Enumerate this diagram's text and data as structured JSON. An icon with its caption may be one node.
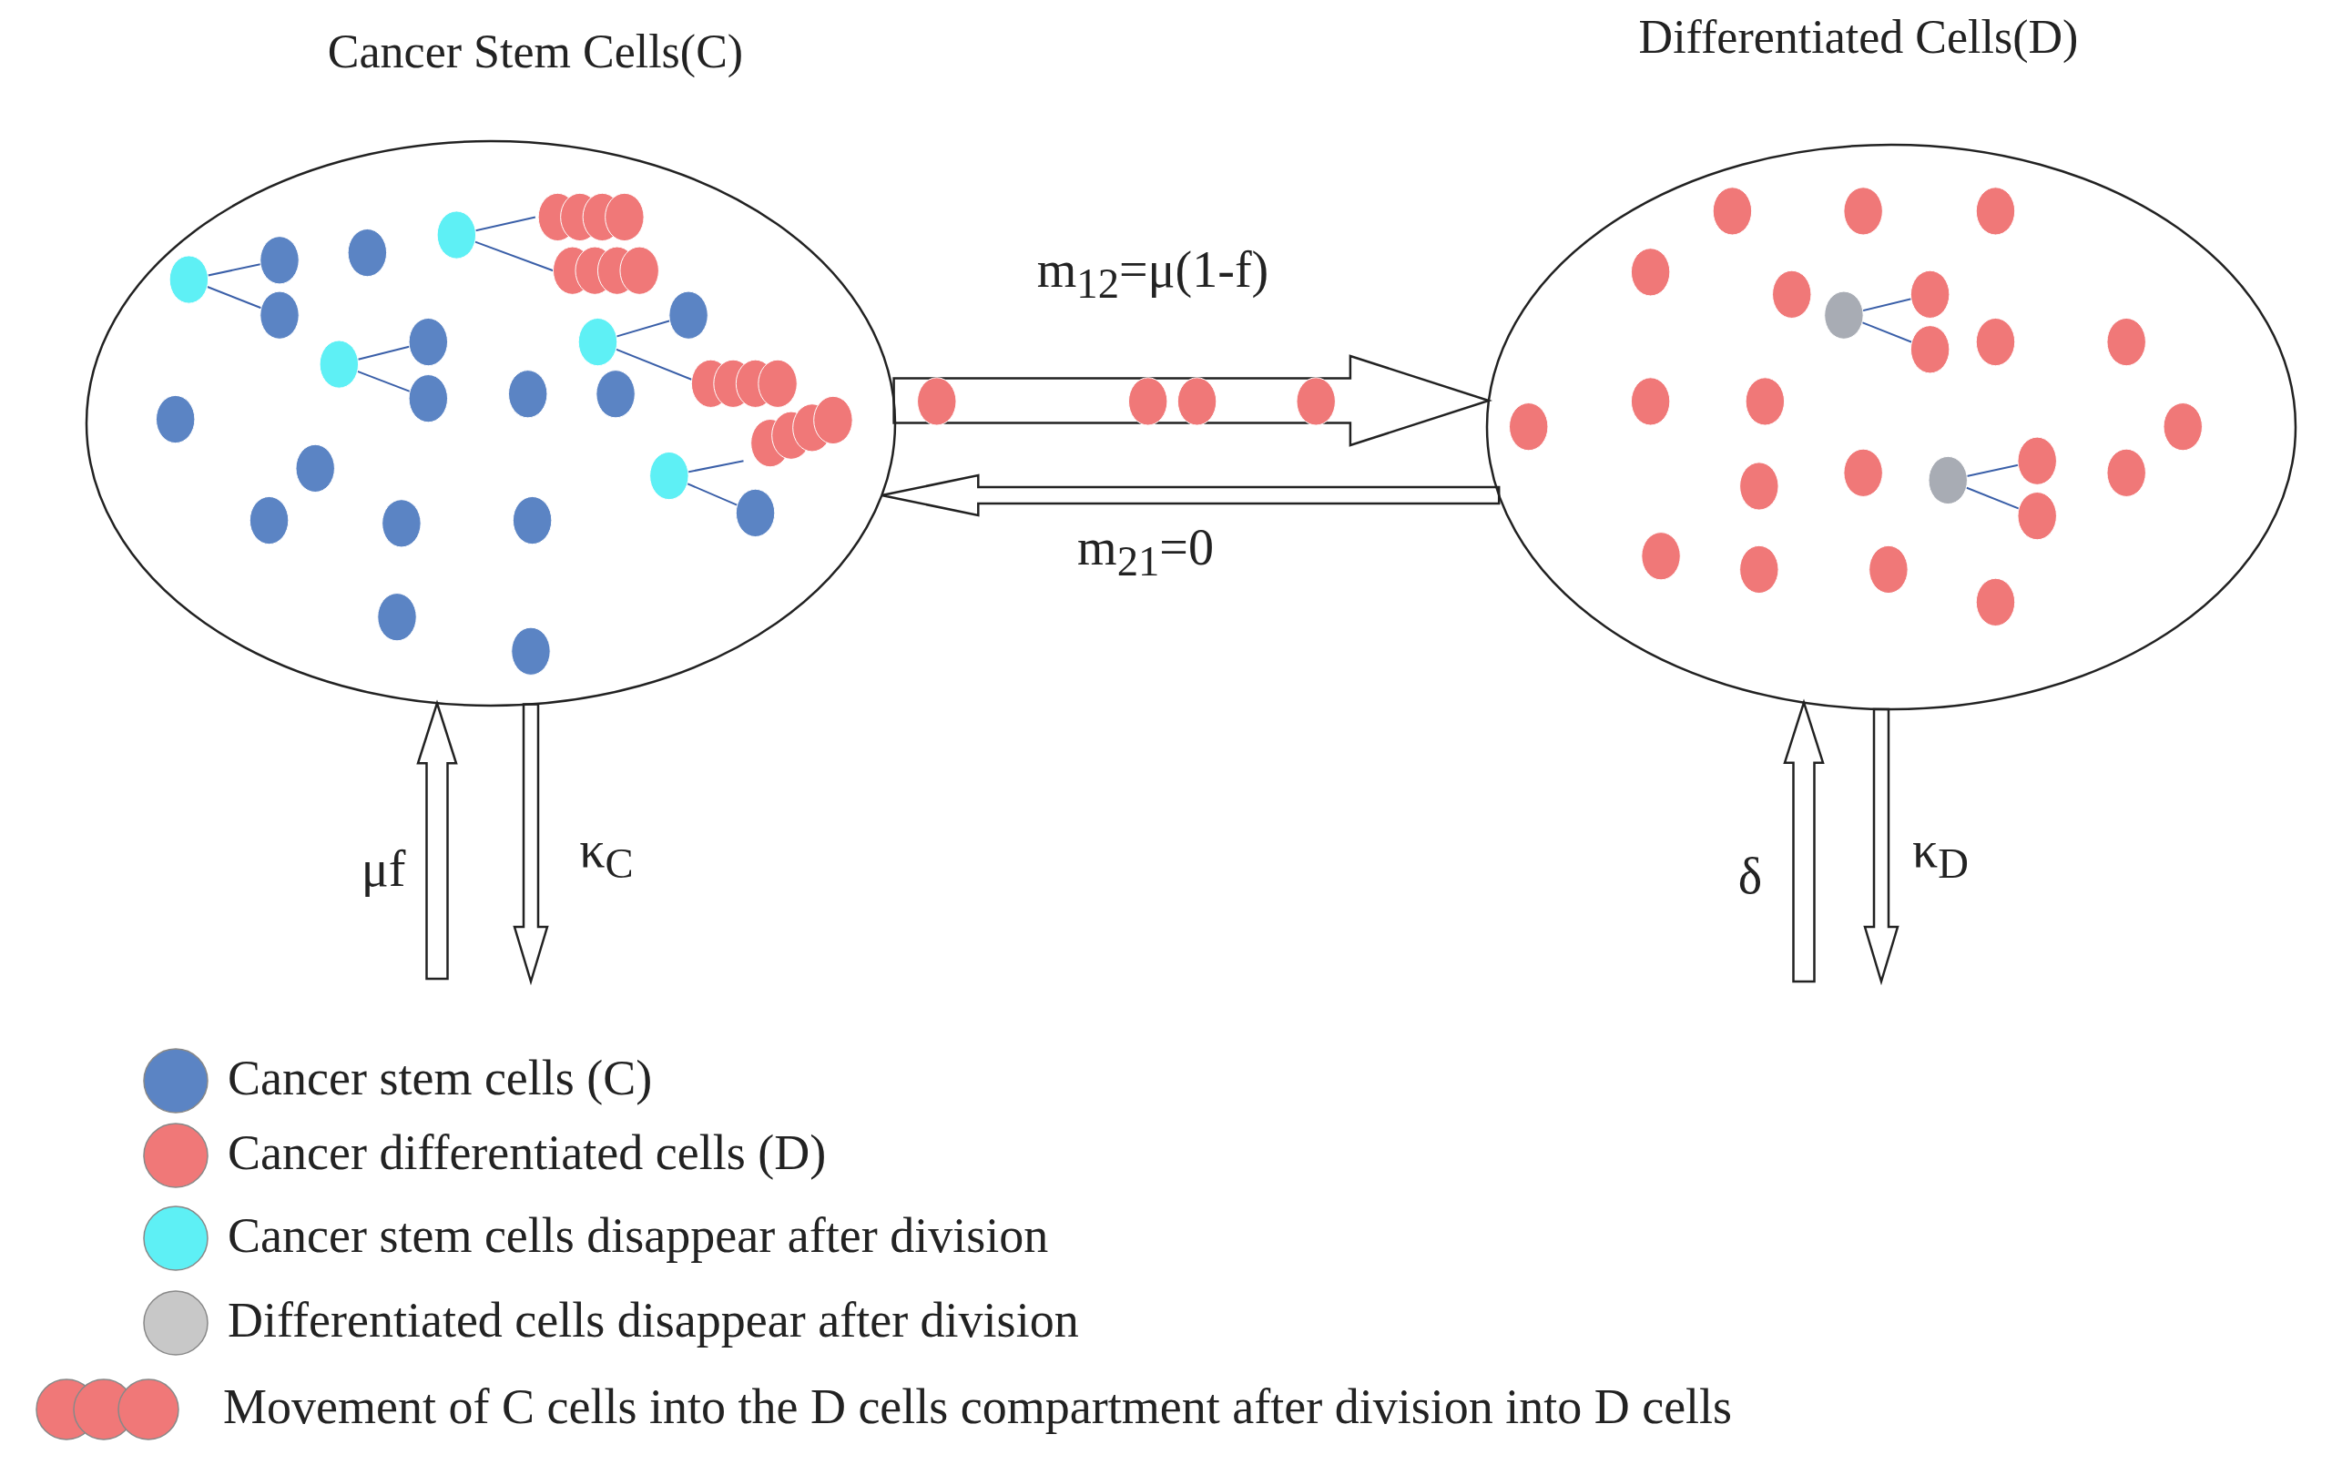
{
  "diagram": {
    "nodes": [
      {
        "text": [
          "Cancer Stem Cells(C)"
        ]
      },
      {
        "text": [
          "Differentiated Cells(D)"
        ]
      }
    ],
    "edges": [
      {
        "from": 0,
        "to": 1,
        "arrow": "to",
        "label": "m$_{12}$=μ(1-f)"
      },
      {
        "from": 1,
        "to": 0,
        "arrow": "to",
        "label": "m$_{21}$=0"
      },
      {
        "from": null,
        "to": 0,
        "arrow": "to",
        "label": "μf"
      },
      {
        "from": 0,
        "to": null,
        "arrow": "to",
        "label": "κ$_{C}$"
      },
      {
        "from": null,
        "to": 1,
        "arrow": "to",
        "label": "δ"
      },
      {
        "from": 1,
        "to": null,
        "arrow": "to",
        "label": "κ$_{D}$"
      }
    ],
    "legend": [
      {
        "text": "Cancer stem cells (C)",
        "color": "#5b84c4"
      },
      {
        "text": "Cancer differentiated cells (D)",
        "color": "#f07878"
      },
      {
        "text": "Cancer stem cells disappear after division",
        "color": "#5ef0f5"
      },
      {
        "text": "Differentiated cells disappear after division",
        "color": "#c8c8c8"
      },
      {
        "text": "Movement of C cells into the D cells compartment after division into D cells"
      }
    ]
  }
}
